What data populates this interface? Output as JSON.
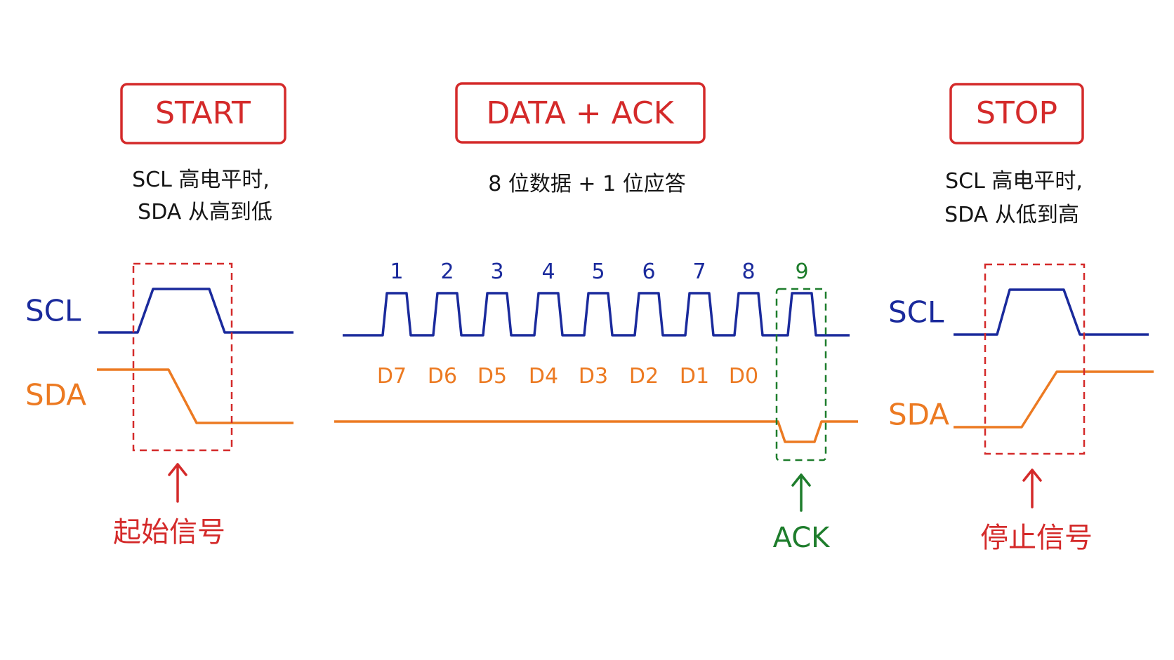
{
  "start": {
    "header": "START",
    "desc_line1": "SCL 高电平时,",
    "desc_line2": "SDA 从高到低",
    "scl_label": "SCL",
    "sda_label": "SDA",
    "caption": "起始信号"
  },
  "data": {
    "header": "DATA + ACK",
    "desc": "8 位数据 + 1 位应答",
    "clock_numbers": [
      "1",
      "2",
      "3",
      "4",
      "5",
      "6",
      "7",
      "8",
      "9"
    ],
    "bit_labels": [
      "D7",
      "D6",
      "D5",
      "D4",
      "D3",
      "D2",
      "D1",
      "D0"
    ],
    "ack_caption": "ACK"
  },
  "stop": {
    "header": "STOP",
    "desc_line1": "SCL 高电平时,",
    "desc_line2": "SDA 从低到高",
    "scl_label": "SCL",
    "sda_label": "SDA",
    "caption": "停止信号"
  },
  "colors": {
    "red": "#d42a2a",
    "blue": "#1a2a9c",
    "orange": "#ec7a22",
    "green": "#1e7d2c",
    "text": "#151515"
  }
}
